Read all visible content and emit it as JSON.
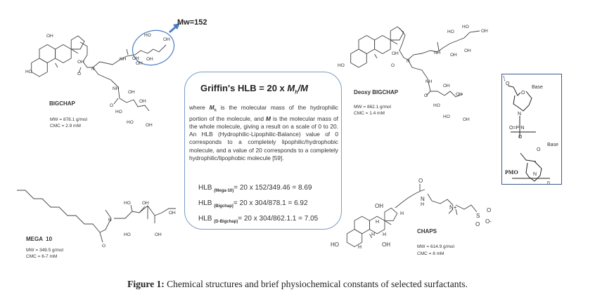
{
  "figure": {
    "caption_label": "Figure 1:",
    "caption_text": " Chemical structures and brief physiochemical constants of selected surfactants."
  },
  "callout": {
    "label": "Mw=152",
    "accent_color": "#4a7cc0"
  },
  "griffin": {
    "title_prefix": "Griffin's",
    "title_formula": "HLB = 20 x ",
    "title_mh": "M",
    "title_mh_sub": "h",
    "title_m": "/M",
    "para_where": "where ",
    "para_mh": "M",
    "para_mh_sub": "h",
    "para_1": " is the molecular mass of the hydrophilic portion of the molecule, and ",
    "para_m": "M",
    "para_2": " is the molecular mass of the whole molecule, giving a result on a scale of 0 to 20. An HLB (Hydrophilic-Lipophilic-Balance) value of 0 corresponds to a completely lipophilic/hydrophobic molecule, and a value of 20 corresponds to a completely hydrophilic/lipophobic molecule [59].",
    "equations": [
      {
        "prefix": "HLB ",
        "sub": "(Mega-10)",
        "expr": "= 20 x 152/349.46 = 8.69"
      },
      {
        "prefix": "HLB ",
        "sub": "(Bigchap)",
        "expr": "= 20 x 304/878.1 = 6.92"
      },
      {
        "prefix": "HLB ",
        "sub": "(D-Bigchap)",
        "expr": "= 20 x 304/862.1.1 = 7.05"
      }
    ],
    "border_color": "#7a9cc6"
  },
  "structures": {
    "bigchap": {
      "name": "BIGCHAP",
      "mw": "MW = 878.1 g/mol",
      "cmc": "CMC = 2.9 mM",
      "atoms": [
        "OH",
        "HO",
        "OH",
        "N",
        "NH",
        "HO",
        "OH",
        "OH",
        "OH",
        "NH",
        "OH",
        "OH",
        "HO",
        "HO",
        "OH",
        "O",
        "O",
        "OH"
      ]
    },
    "deoxy_bigchap": {
      "name": "Deoxy BIGCHAP",
      "mw": "MW = 862.1 g/mol",
      "cmc": "CMC = 1.4 mM",
      "atoms": [
        "HO",
        "OH",
        "N",
        "NH",
        "HO",
        "HO",
        "OH",
        "OH",
        "OH",
        "NH",
        "OH",
        "OH",
        "HO",
        "HO",
        "OH",
        "O",
        "O"
      ]
    },
    "mega10": {
      "name": "MEGA  10",
      "mw": "MW = 349.5 g/mol",
      "cmc": "CMC = 6-7 mM",
      "atoms": [
        "N",
        "O",
        "HO",
        "OH",
        "OH",
        "HO",
        "OH"
      ]
    },
    "chaps": {
      "name": "CHAPS",
      "mw": "MW = 614.9 g/mol",
      "cmc": "CMC = 8 mM",
      "atoms": [
        "OH",
        "HO",
        "OH",
        "H",
        "H",
        "H",
        "H",
        "H",
        "O",
        "N",
        "H",
        "N+",
        "S",
        "O",
        "O",
        "O-"
      ]
    },
    "pmo": {
      "name": "PMO",
      "atoms": [
        "O",
        "O",
        "Base",
        "N",
        "O=P-N",
        "O",
        "O",
        "Base",
        "N",
        "n"
      ],
      "border_color": "#3c5a8a"
    }
  }
}
